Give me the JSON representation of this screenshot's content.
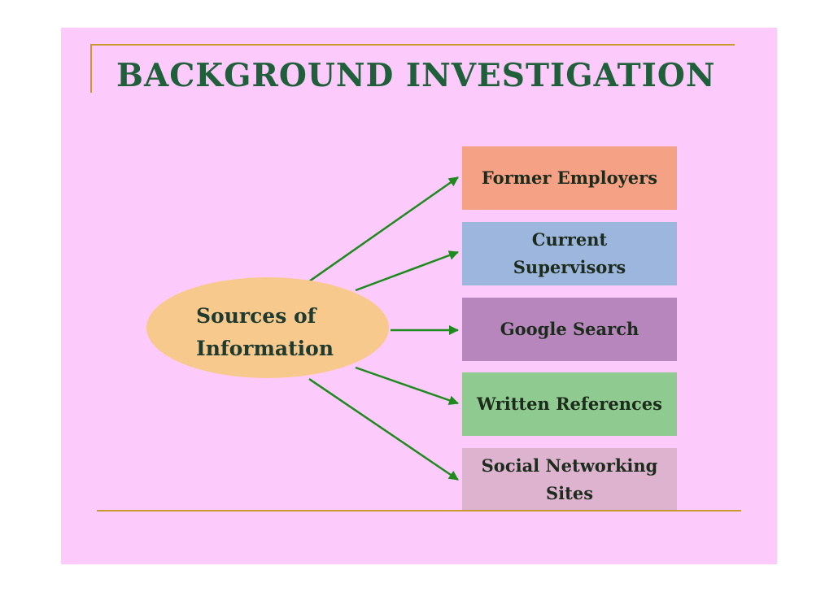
{
  "title": "BACKGROUND INVESTIGATION",
  "center_node": {
    "label": "Sources of\nInformation"
  },
  "sources": [
    {
      "label": "Former Employers",
      "color": "#f4a186"
    },
    {
      "label": "Current\nSupervisors",
      "color": "#9db6dd"
    },
    {
      "label": "Google Search",
      "color": "#b786bc"
    },
    {
      "label": "Written References",
      "color": "#8fcb90"
    },
    {
      "label": "Social Networking\nSites",
      "color": "#deb3cf"
    }
  ],
  "colors": {
    "slide_background": "#fccbfc",
    "title": "#1f5f3a",
    "rule": "#c89a2e",
    "arrow": "#1e8a1e",
    "center_node": "#f8c98c"
  }
}
